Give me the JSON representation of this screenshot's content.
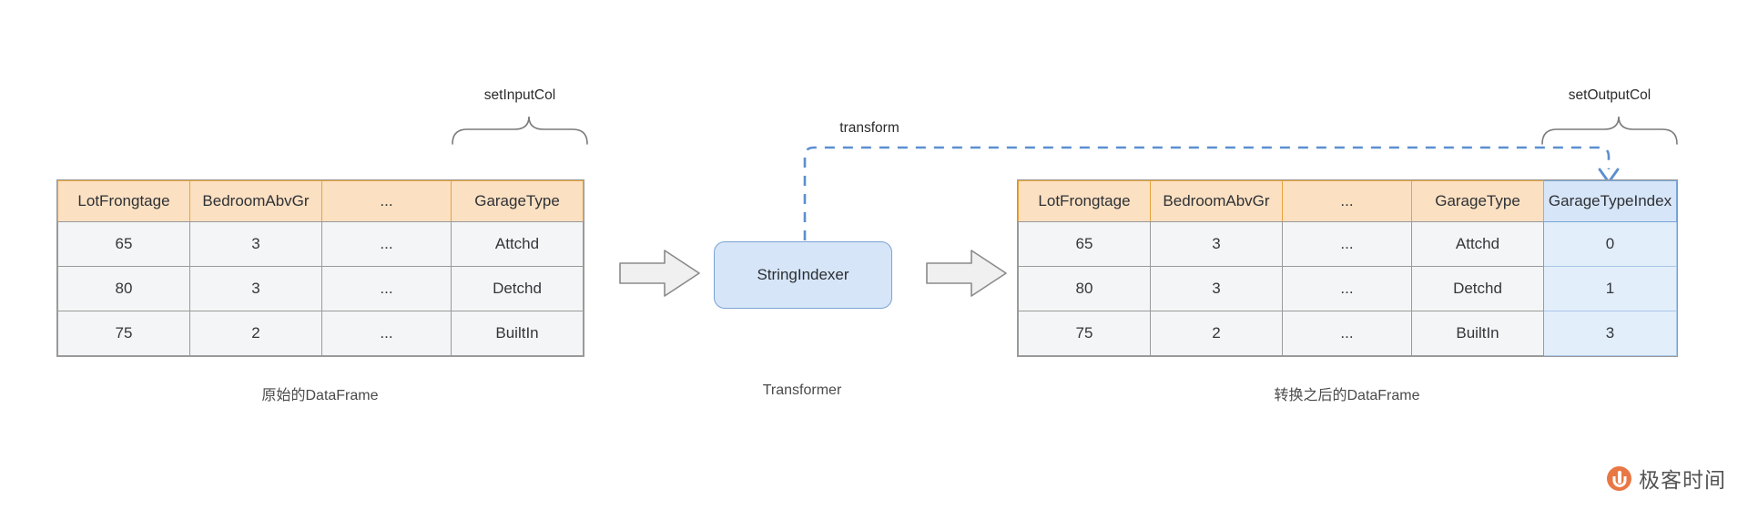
{
  "diagram": {
    "title_labels": {
      "set_input_col": "setInputCol",
      "transform": "transform",
      "set_output_col": "setOutputCol"
    },
    "captions": {
      "left_table": "原始的DataFrame",
      "middle": "Transformer",
      "right_table": "转换之后的DataFrame"
    },
    "transformer": {
      "label": "StringIndexer"
    },
    "colors": {
      "header_fill": "#fbe0c2",
      "header_border": "#e8a33d",
      "cell_fill": "#f4f5f6",
      "cell_border": "#9a9a9a",
      "highlight_header_fill": "#d6e5f7",
      "highlight_cell_fill": "#e3eefb",
      "highlight_border": "#7aa6d6",
      "accent_blue": "#5b8fd0",
      "brace_gray": "#7a7a7a",
      "arrow_gray": "#8a8a8a",
      "watermark_orange": "#e8703a"
    },
    "watermark": {
      "text": "极客时间",
      "icon": "geektime-logo-icon"
    },
    "flow_arrows": [
      {
        "name": "block-arrow-1"
      },
      {
        "name": "block-arrow-2"
      }
    ]
  },
  "chart_data": {
    "type": "table",
    "title": "StringIndexer transform diagram",
    "tables": [
      {
        "name": "source-dataframe",
        "caption": "原始的DataFrame",
        "columns": [
          "LotFrongtage",
          "BedroomAbvGr",
          "...",
          "GarageType"
        ],
        "highlight_columns": [],
        "rows": [
          [
            "65",
            "3",
            "...",
            "Attchd"
          ],
          [
            "80",
            "3",
            "...",
            "Detchd"
          ],
          [
            "75",
            "2",
            "...",
            "BuiltIn"
          ]
        ]
      },
      {
        "name": "transformed-dataframe",
        "caption": "转换之后的DataFrame",
        "columns": [
          "LotFrongtage",
          "BedroomAbvGr",
          "...",
          "GarageType",
          "GarageTypeIndex"
        ],
        "highlight_columns": [
          "GarageTypeIndex"
        ],
        "rows": [
          [
            "65",
            "3",
            "...",
            "Attchd",
            "0"
          ],
          [
            "80",
            "3",
            "...",
            "Detchd",
            "1"
          ],
          [
            "75",
            "2",
            "...",
            "BuiltIn",
            "3"
          ]
        ]
      }
    ],
    "annotations": [
      {
        "text": "setInputCol",
        "targets": "GarageType column of source DataFrame"
      },
      {
        "text": "transform",
        "targets": "dashed flow from StringIndexer to GarageTypeIndex"
      },
      {
        "text": "setOutputCol",
        "targets": "GarageTypeIndex column of transformed DataFrame"
      }
    ]
  }
}
